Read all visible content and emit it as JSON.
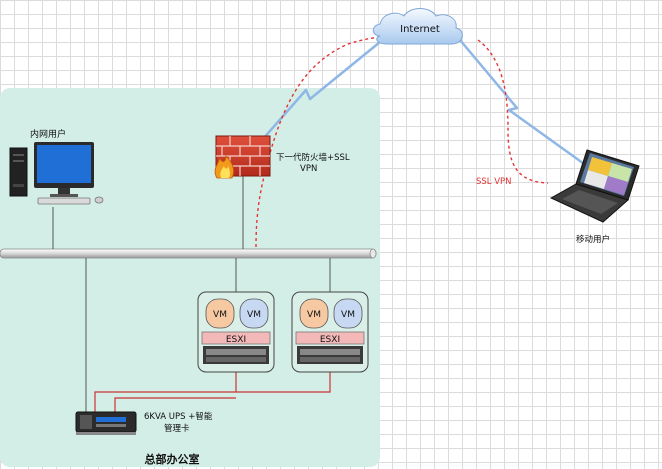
{
  "diagram": {
    "internet_label": "Internet",
    "lan_user_label": "内网用户",
    "firewall_label_line1": "下一代防火墙+SSL",
    "firewall_label_line2": "VPN",
    "ssl_vpn_label": "SSL VPN",
    "mobile_user_label": "移动用户",
    "esxi_label": "ESXI",
    "vm_label": "VM",
    "ups_label_line1": "6KVA UPS +智能",
    "ups_label_line2": "管理卡",
    "hq_label": "总部办公室"
  },
  "colors": {
    "office_bg": "#d3eee6",
    "ssl_tunnel": "#e53333",
    "power_line": "#cc3333",
    "wan_link": "#8fb7e6",
    "vm_orange": "#f7c9a3",
    "vm_blue": "#c7d8f3",
    "esxi_pink": "#f3b9b9"
  }
}
